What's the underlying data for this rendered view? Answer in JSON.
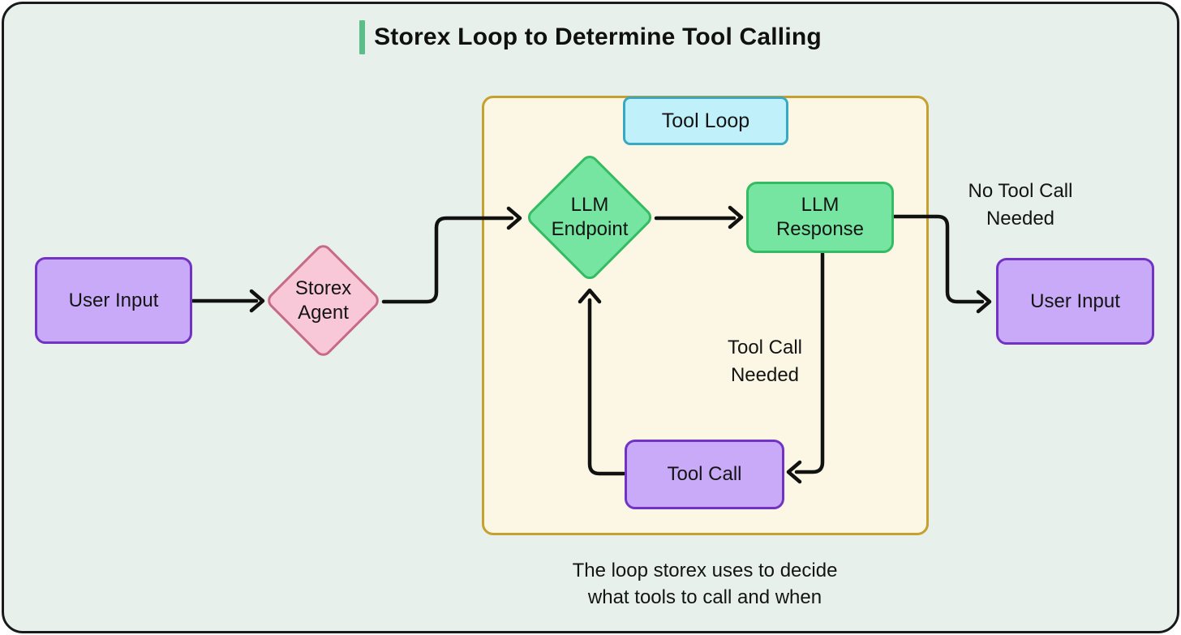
{
  "title": {
    "text": "Storex Loop to Determine Tool Calling"
  },
  "nodes": {
    "user_input_left": {
      "label": "User Input"
    },
    "storex_agent": {
      "lines": [
        "Storex",
        "Agent"
      ]
    },
    "llm_endpoint": {
      "lines": [
        "LLM",
        "Endpoint"
      ]
    },
    "llm_response": {
      "lines": [
        "LLM",
        "Response"
      ]
    },
    "tool_call": {
      "label": "Tool Call"
    },
    "user_input_right": {
      "label": "User Input"
    }
  },
  "loop": {
    "label": "Tool Loop"
  },
  "edge_labels": {
    "no_tool_call_needed": {
      "lines": [
        "No Tool Call",
        "Needed"
      ]
    },
    "tool_call_needed": {
      "lines": [
        "Tool Call",
        "Needed"
      ]
    }
  },
  "caption": {
    "lines": [
      "The loop storex uses to decide",
      "what tools to call and when"
    ]
  },
  "colors": {
    "background": "#e8f0ec",
    "frame_border": "#1a1a1a",
    "title_accent": "#5bbd87",
    "purple_fill": "#c9aaf8",
    "purple_border": "#7232c4",
    "pink_fill": "#f8c7d8",
    "pink_border": "#c76a87",
    "green_fill": "#76e5a1",
    "green_border": "#35bb64",
    "loop_fill": "#fbf7e4",
    "loop_border": "#c6a12f",
    "loop_label_fill": "#c0f1fa",
    "loop_label_border": "#38a9c4",
    "arrow": "#111111"
  }
}
